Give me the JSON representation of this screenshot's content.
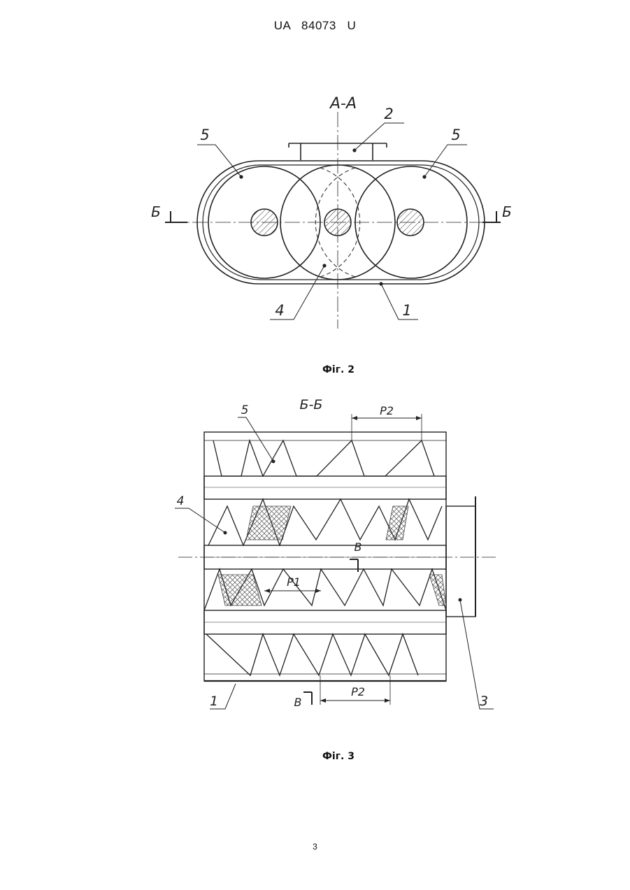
{
  "header": {
    "document_id": "UA   84073   U"
  },
  "figures": [
    {
      "caption": "Фіг. 2",
      "section_label": "А-А",
      "cut_label_left": "Б",
      "cut_label_right": "Б",
      "callouts": [
        "2",
        "5",
        "5",
        "4",
        "1"
      ]
    },
    {
      "caption": "Фіг. 3",
      "section_label": "Б-Б",
      "callouts": [
        "5",
        "4",
        "1",
        "3"
      ],
      "dimensions": [
        "P2",
        "P1",
        "P2"
      ],
      "view_marks": [
        "В",
        "В"
      ]
    }
  ],
  "footer": {
    "page_number": "3"
  }
}
